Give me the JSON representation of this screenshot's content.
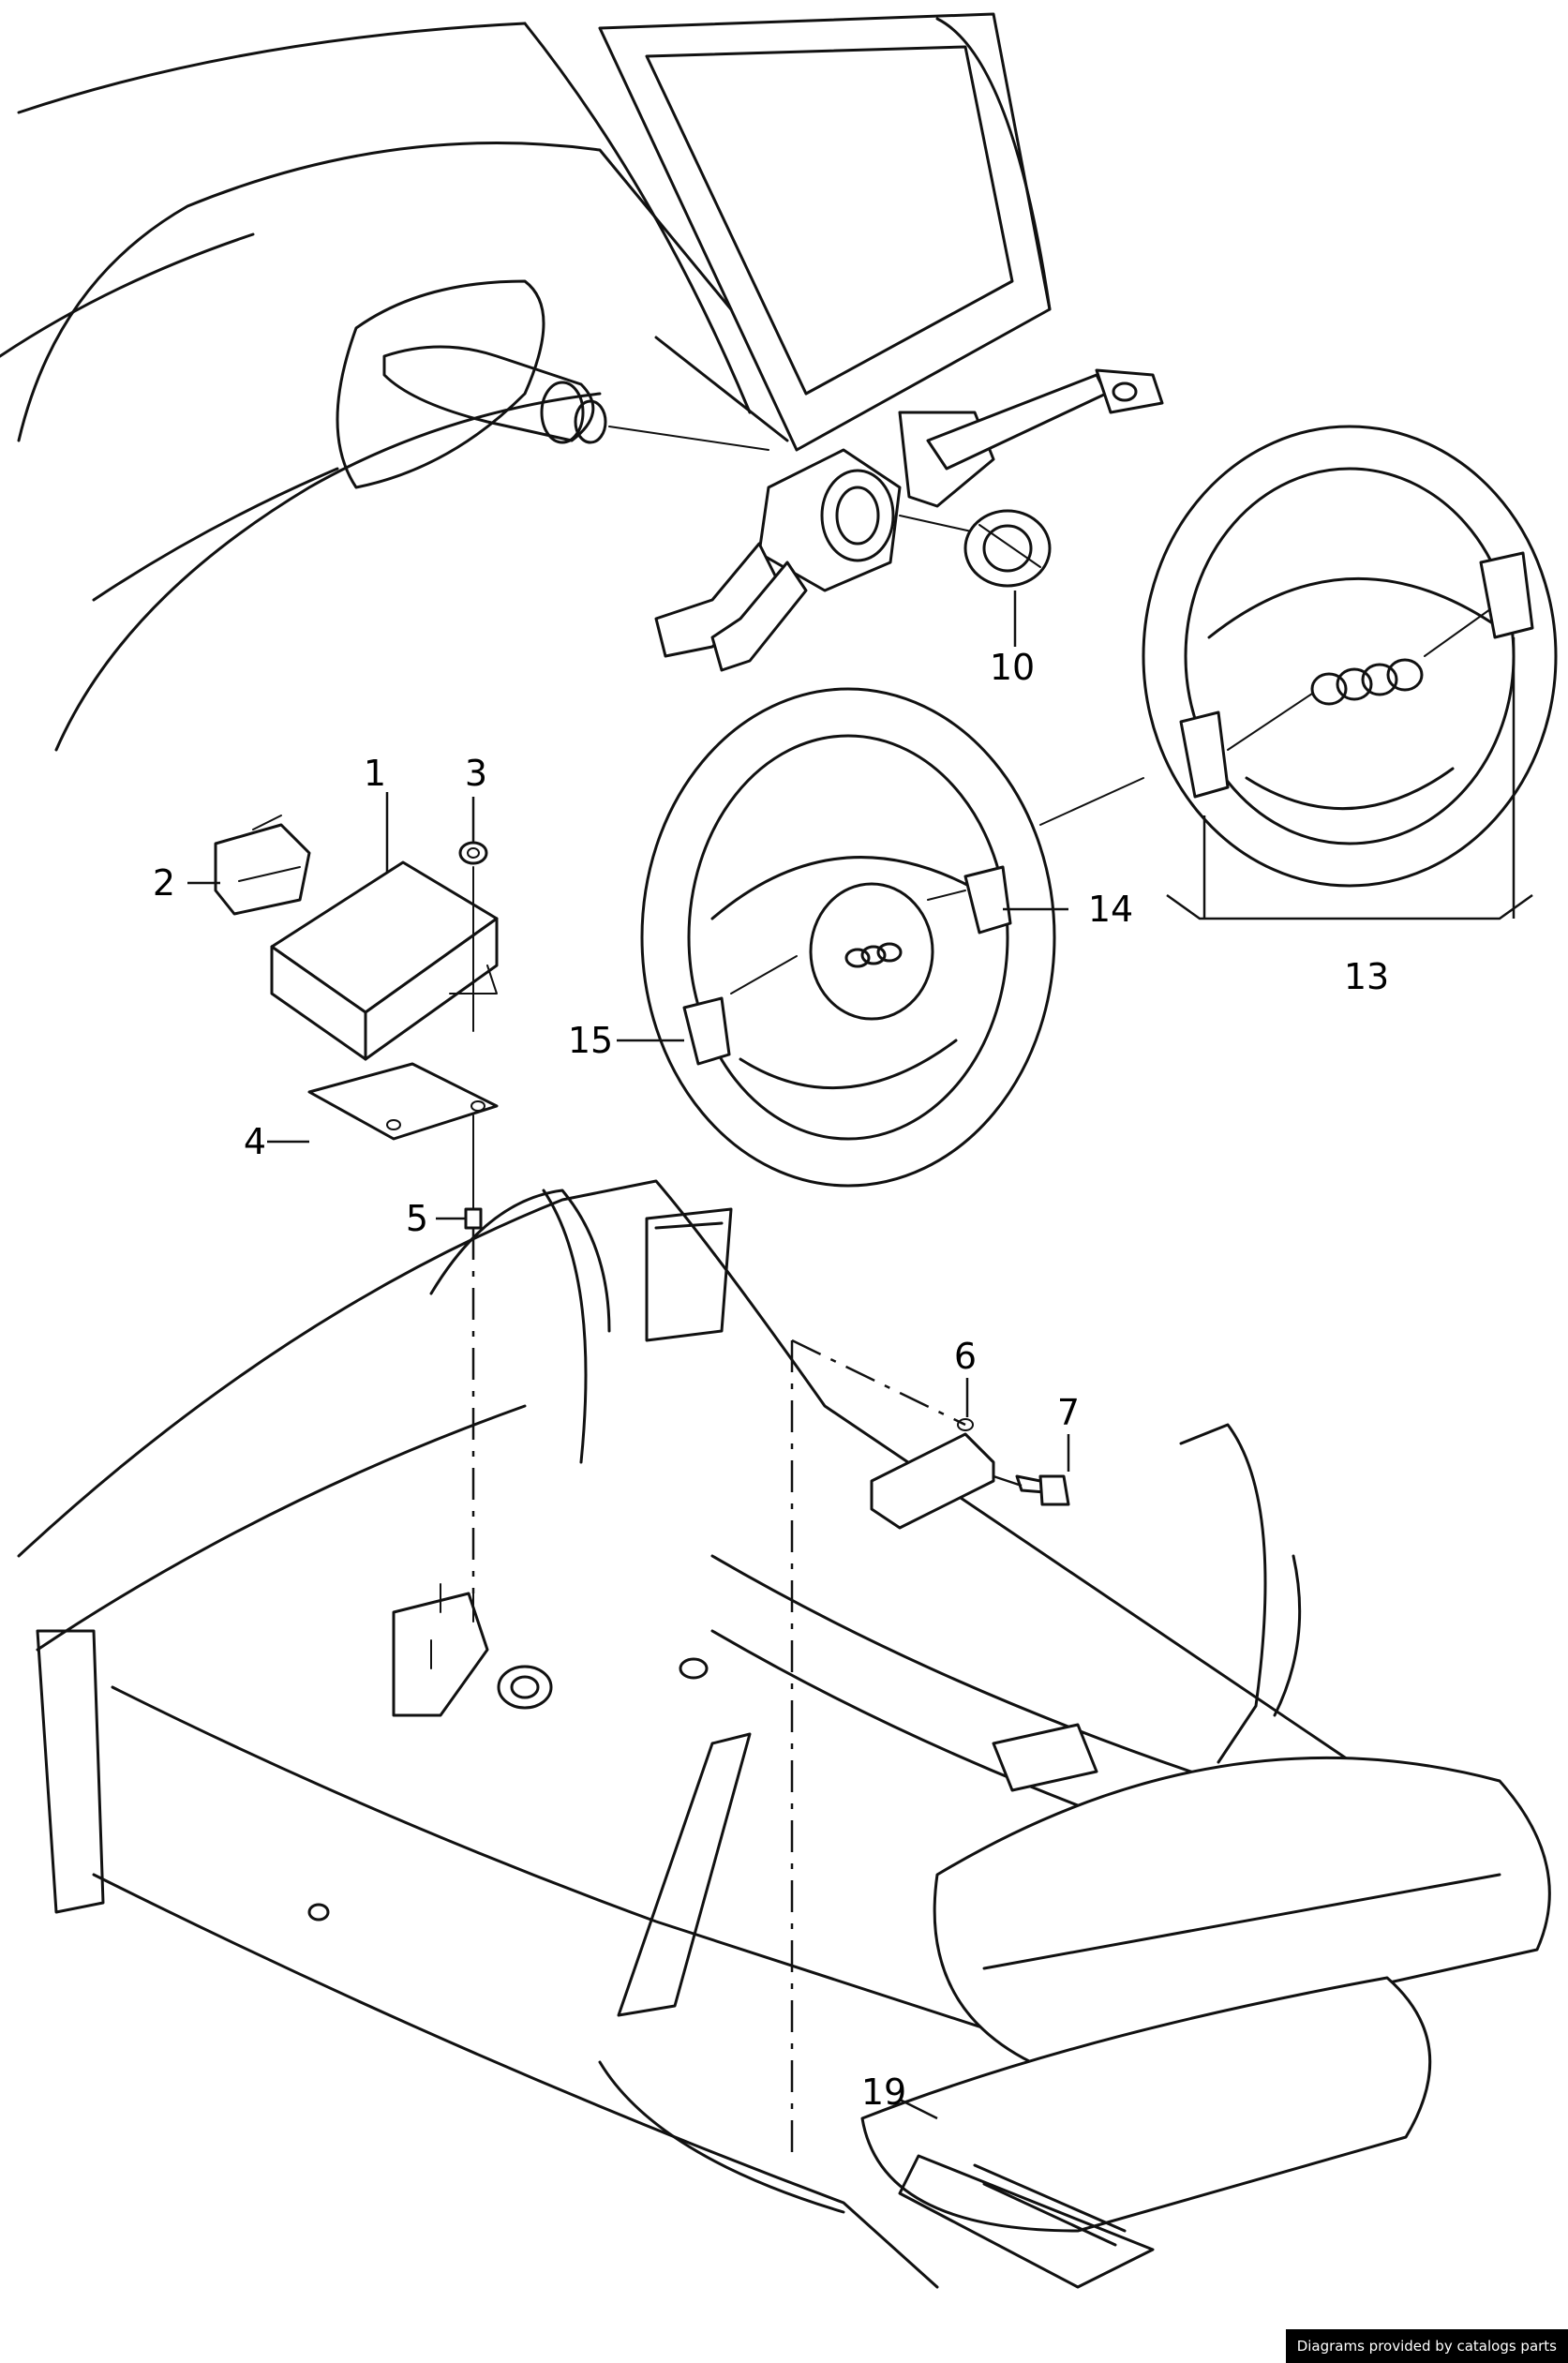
{
  "callouts": [
    {
      "id": "1",
      "text": "1"
    },
    {
      "id": "2",
      "text": "2"
    },
    {
      "id": "3",
      "text": "3"
    },
    {
      "id": "4",
      "text": "4"
    },
    {
      "id": "5",
      "text": "5"
    },
    {
      "id": "6",
      "text": "6"
    },
    {
      "id": "7",
      "text": "7"
    },
    {
      "id": "10",
      "text": "10"
    },
    {
      "id": "13",
      "text": "13"
    },
    {
      "id": "14",
      "text": "14"
    },
    {
      "id": "15",
      "text": "15"
    },
    {
      "id": "19",
      "text": "19"
    }
  ],
  "credit": "Diagrams provided by catalogs parts",
  "colors": {
    "line": "#111111",
    "background": "#ffffff",
    "credit_bg": "#000000",
    "credit_text": "#ffffff"
  }
}
